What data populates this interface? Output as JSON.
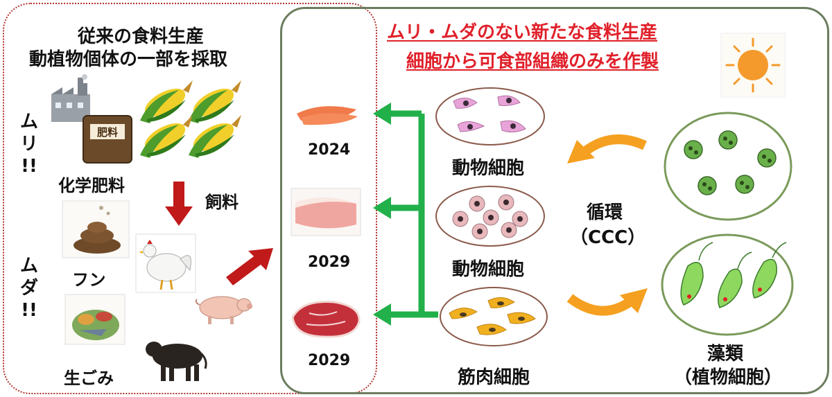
{
  "left_panel": {
    "title_line1": "従来の食料生産",
    "title_line2": "動植物個体の一部を採取",
    "muri_label": "ムリ\n!!",
    "muda_label": "ムダ\n!!",
    "fertilizer_label": "化学肥料",
    "fertilizer_bag_text": "肥料",
    "feed_label": "飼料",
    "dung_label": "フン",
    "garbage_label": "生ごみ"
  },
  "right_panel": {
    "title_line1": "ムリ・ムダのない新たな食料生産",
    "title_line2": "細胞から可食部組織のみを作製",
    "years": [
      "2024",
      "2029",
      "2029"
    ],
    "cell_animal_1": "動物細胞",
    "cell_animal_2": "動物細胞",
    "cell_muscle": "筋肉細胞",
    "cycle_label": "循環",
    "cycle_sub": "（CCC）",
    "algae_label": "藻類",
    "algae_sub": "（植物細胞）"
  },
  "colors": {
    "left_border": "#b0302a",
    "right_border": "#6b7d5e",
    "red_title": "#e0202a",
    "green_arrow": "#22b04a",
    "orange_arrow": "#f5a020",
    "red_arrow": "#c01a1a",
    "cell_oval_border": "#8a5a4a",
    "algae_oval_border": "#7a9a5a"
  },
  "icons": [
    "factory-icon",
    "fertilizer-bag-icon",
    "corn-icon",
    "red-down-arrow-icon",
    "dung-icon",
    "chicken-icon",
    "garbage-icon",
    "pig-icon",
    "cow-icon",
    "sun-icon",
    "shrimp-icon",
    "pork-icon",
    "beef-icon",
    "green-arrow-icon",
    "orange-arrow-icon"
  ]
}
